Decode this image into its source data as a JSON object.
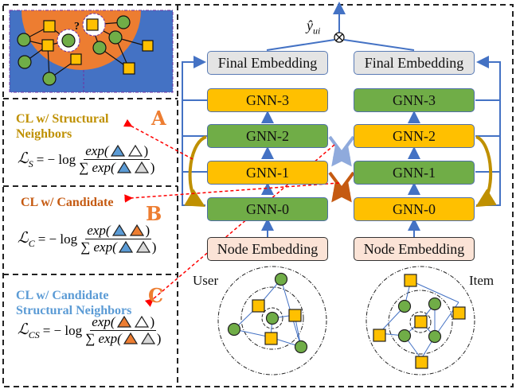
{
  "diagram": {
    "left_panel": {
      "sections": [
        {
          "id": "A",
          "letter": "A",
          "title_lines": [
            "CL w/ Structural",
            "Neighbors"
          ],
          "title_color": "#bf9000",
          "loss_symbol": "ℒ",
          "loss_subscript": "S",
          "equals": "= − log",
          "numerator": "exp(",
          "denominator": "∑ exp(",
          "numerator_triangles": [
            "blue",
            "white"
          ],
          "denominator_triangles": [
            "blue",
            "gray"
          ]
        },
        {
          "id": "B",
          "letter": "B",
          "title_lines": [
            "CL w/ Candidate"
          ],
          "title_color": "#c55a11",
          "loss_symbol": "ℒ",
          "loss_subscript": "C",
          "equals": "= − log",
          "numerator": "exp(",
          "denominator": "∑ exp(",
          "numerator_triangles": [
            "blue",
            "orange"
          ],
          "denominator_triangles": [
            "blue",
            "gray"
          ]
        },
        {
          "id": "C",
          "letter": "C",
          "title_lines": [
            "CL w/ Candidate",
            "Structural Neighbors"
          ],
          "title_color": "#5b9bd5",
          "loss_symbol": "ℒ",
          "loss_subscript": "CS",
          "equals": "= − log",
          "numerator": "exp(",
          "denominator": "∑ exp(",
          "numerator_triangles": [
            "orange",
            "white"
          ],
          "denominator_triangles": [
            "orange",
            "gray"
          ]
        }
      ],
      "graph_thumbnail": {
        "question_mark": "?"
      }
    },
    "main": {
      "output_label": "ŷ",
      "output_subscript": "ui",
      "combine_symbol": "⊗",
      "user_tower": {
        "final": "Final Embedding",
        "layers": [
          {
            "label": "GNN-3",
            "color": "yellow"
          },
          {
            "label": "GNN-2",
            "color": "green"
          },
          {
            "label": "GNN-1",
            "color": "yellow"
          },
          {
            "label": "GNN-0",
            "color": "green"
          }
        ],
        "input": "Node Embedding",
        "graph_label": "User"
      },
      "item_tower": {
        "final": "Final Embedding",
        "layers": [
          {
            "label": "GNN-3",
            "color": "green"
          },
          {
            "label": "GNN-2",
            "color": "yellow"
          },
          {
            "label": "GNN-1",
            "color": "green"
          },
          {
            "label": "GNN-0",
            "color": "yellow"
          }
        ],
        "input": "Node Embedding",
        "graph_label": "Item"
      }
    },
    "colors": {
      "yellow": "#ffc000",
      "green": "#70ad47",
      "blue_triangle": "#5b9bd5",
      "orange_triangle": "#ed7d31",
      "gray_triangle": "#d9d9d9",
      "connector_blue": "#4472c4",
      "cross_light_blue": "#8faadc",
      "cross_orange": "#c55a11",
      "curve_gold": "#bf9000",
      "red_dashed": "#ff0000",
      "thumb_blue": "#4472c4",
      "thumb_orange": "#ed7d31"
    }
  }
}
